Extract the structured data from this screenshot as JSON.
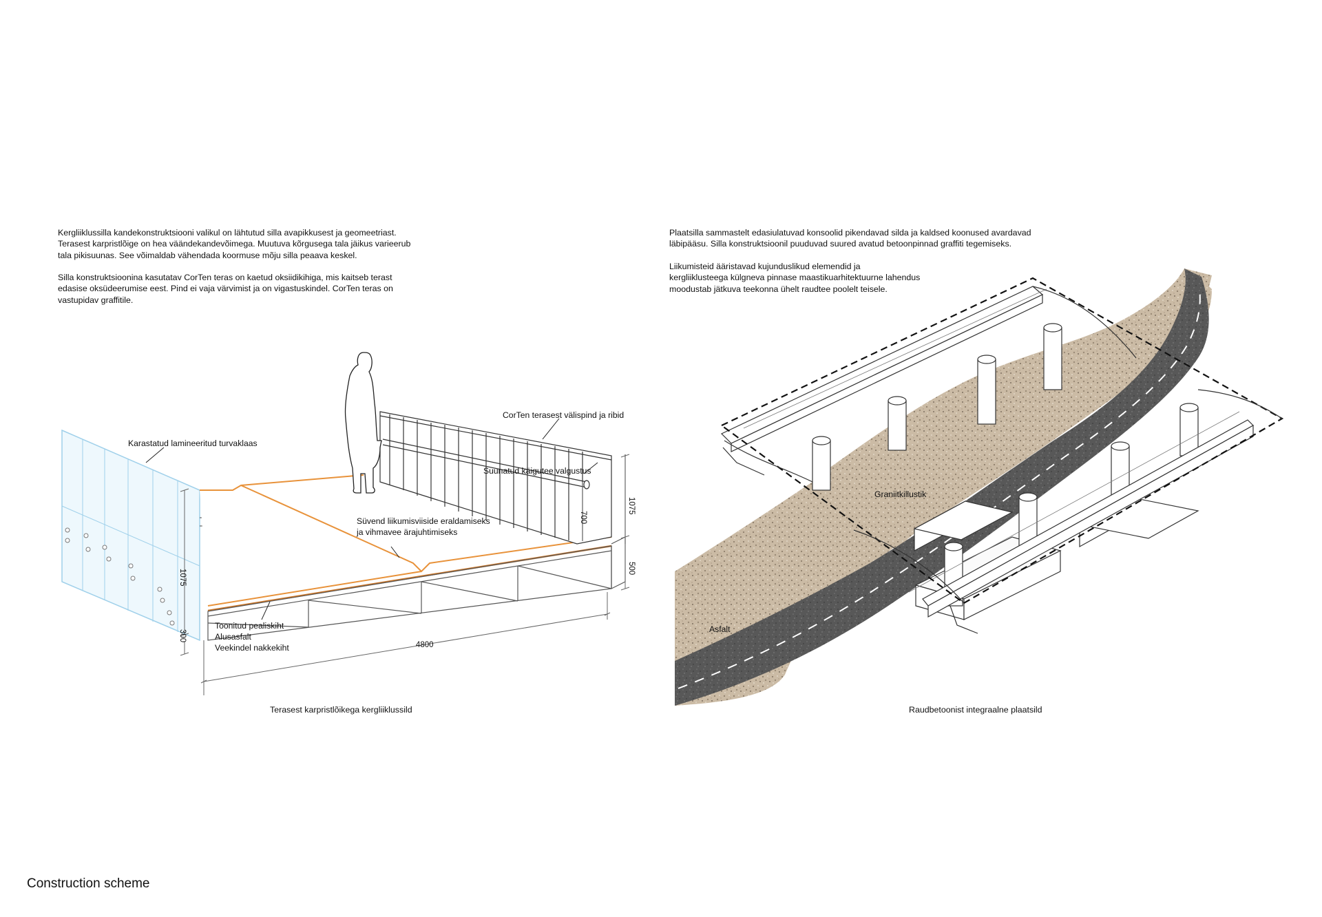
{
  "left": {
    "paragraph_1": "Kergliiklussilla kandekonstruktsiooni valikul on lähtutud silla avapikkusest ja geomeetriast.\nTerasest karpristlõige on hea väändekandevõimega. Muutuva kõrgusega tala jäikus varieerub\ntala pikisuunas. See võimaldab vähendada koormuse mõju silla peaava keskel.",
    "paragraph_2": "Silla konstruktsioonina kasutatav CorTen teras on kaetud oksiidikihiga, mis kaitseb terast\nedasise oksüdeerumise eest. Pind ei vaja värvimist ja on vigastuskindel. CorTen teras on\nvastupidav graffitile.",
    "labels": {
      "glass": "Karastatud lamineeritud turvaklaas",
      "corten": "CorTen terasest välispind ja ribid",
      "lighting": "Suunatud käigutee valgustus",
      "groove_1": "Süvend liikumisviiside eraldamiseks",
      "groove_2": "ja vihmavee ärajuhtimiseks",
      "layer_1": "Toonitud pealiskiht",
      "layer_2": "Alusasfalt",
      "layer_3": "Veekindel nakkekiht"
    },
    "dimensions": {
      "glass_height": "1075",
      "rail_height": "1075",
      "inner_rail": "700",
      "side": "500",
      "deck": "300",
      "width": "4800"
    },
    "caption": "Terasest karpristlõikega kergliiklussild"
  },
  "right": {
    "paragraph_1": "Plaatsilla sammastelt edasiulatuvad konsoolid pikendavad silda ja kaldsed koonused avardavad\nläbipääsu. Silla konstruktsioonil puuduvad suured avatud betoonpinnad graffiti tegemiseks.",
    "paragraph_2": "Liikumisteid ääristavad kujunduslikud elemendid ja\nkergliiklusteega külgneva pinnase maastikuarhitektuurne lahendus\nmoodustab jätkuva teekonna ühelt raudtee poolelt teisele.",
    "labels": {
      "granite": "Graniitkillustik",
      "asphalt": "Asfalt"
    },
    "caption": "Raudbetoonist integraalne plaatsild"
  },
  "page_title": "Construction scheme",
  "colors": {
    "corten_orange": "#e8923a",
    "glass_blue": "#9fd0ea",
    "asphalt": "#5a5a5a",
    "gravel": "#c9b9a3",
    "ink": "#111111"
  }
}
